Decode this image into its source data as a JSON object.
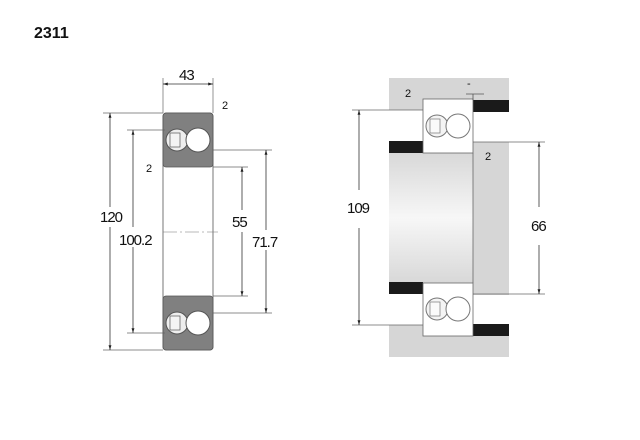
{
  "title": "2311",
  "left_view": {
    "width_dim": "43",
    "chamfer_top": "2",
    "chamfer_side": "2",
    "outer_diameter": "120",
    "outer_ring_diameter": "100.2",
    "bore_diameter": "55",
    "inner_ring_diameter": "71.7"
  },
  "right_view": {
    "chamfer_housing": "2",
    "dash": "-",
    "chamfer_shaft": "2",
    "housing_abutment": "109",
    "shaft_abutment": "66"
  },
  "colors": {
    "ring": "#808080",
    "housing": "#d6d6d6",
    "black": "#1a1a1a"
  }
}
